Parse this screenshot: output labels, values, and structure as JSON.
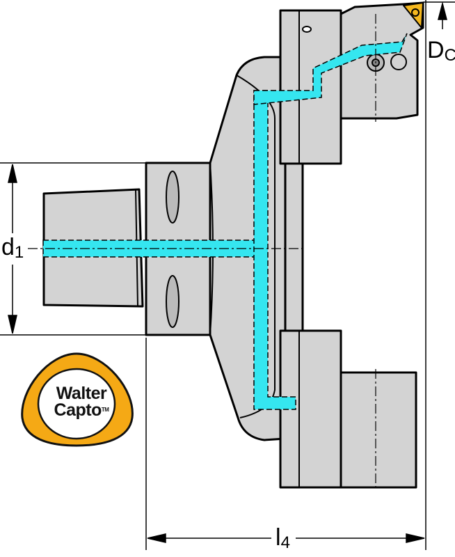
{
  "title": "Walter Capto boring head drawing",
  "dimensions": {
    "d1": {
      "main": "d",
      "sub": "1"
    },
    "l4": {
      "main": "l",
      "sub": "4"
    },
    "Dc": {
      "main": "D",
      "sub": "C"
    }
  },
  "logo": {
    "line1": "Walter",
    "line2": "Capto",
    "trademark": "TM"
  },
  "colors": {
    "body": "#d3d3d3",
    "coolant": "#35e6f0",
    "logo_ring": "#f5a915",
    "outline": "#000000"
  }
}
